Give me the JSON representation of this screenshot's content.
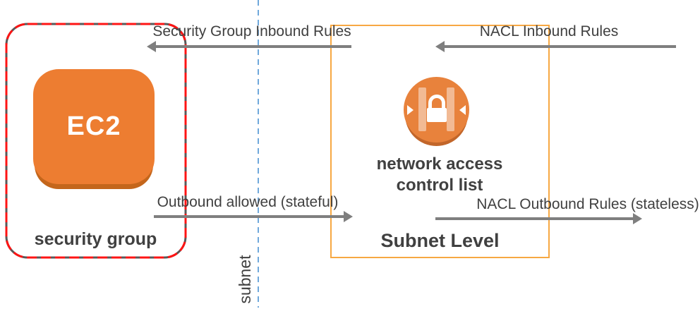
{
  "colors": {
    "arrow-gray": "#7f7f7f",
    "text-dark": "#404040",
    "sg-red": "#ff1414",
    "sg-underlay-gray": "#595959",
    "ec2-orange": "#ed7d31",
    "ec2-shadow": "#c4661b",
    "nacl-orange": "#e8823c",
    "nacl-shadow": "#c2662a",
    "subnet-orange": "#f7a843",
    "divider-blue": "#6fa8dc"
  },
  "diagram": {
    "security_group": {
      "label": "security group",
      "ec2_label": "EC2"
    },
    "subnet": {
      "box_label": "Subnet Level",
      "nacl_label_line1": "network access",
      "nacl_label_line2": "control list"
    },
    "divider_label": "subnet",
    "arrows": {
      "sg_inbound": {
        "label": "Security Group Inbound Rules",
        "direction": "left"
      },
      "nacl_inbound": {
        "label": "NACL Inbound Rules",
        "direction": "left"
      },
      "sg_outbound": {
        "label": "Outbound allowed (stateful)",
        "direction": "right"
      },
      "nacl_outbound": {
        "label": "NACL Outbound Rules (stateless)",
        "direction": "right"
      }
    }
  }
}
